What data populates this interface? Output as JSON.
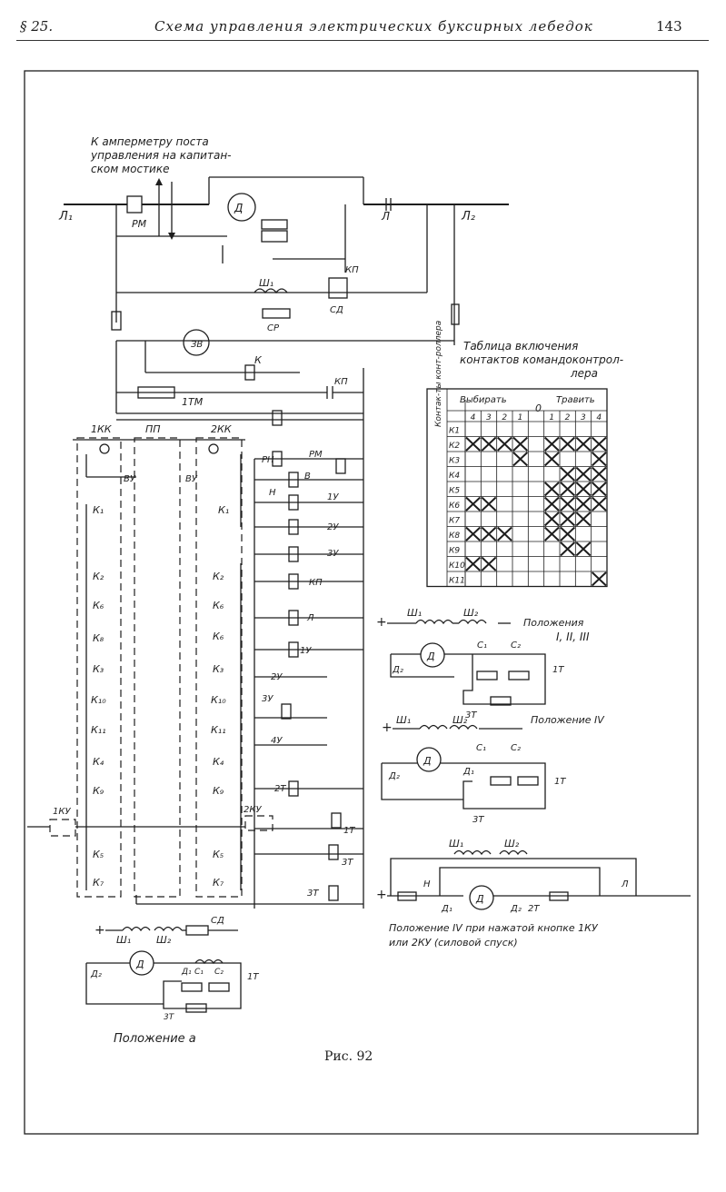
{
  "header": {
    "section": "§ 25.",
    "title": "Схема управления электрических буксирных лебедок",
    "page_number": "143"
  },
  "figure": {
    "caption": "Рис. 92",
    "note_ammeter": [
      "К амперметру поста",
      "управления на капитан-",
      "ском мостике"
    ],
    "table_title": [
      "Таблица включения",
      "контактов командоконтрол-",
      "лера"
    ],
    "table_header": {
      "row_label": "Контак-ты конт-роллера",
      "group_hoist": "Выбирать",
      "group_zero": "0",
      "group_lower": "Травить",
      "hoist_positions": [
        "4",
        "3",
        "2",
        "1"
      ],
      "lower_positions": [
        "1",
        "2",
        "3",
        "4"
      ]
    },
    "table_rows": [
      {
        "label": "К1",
        "x": [
          0,
          0,
          0,
          0,
          0,
          0,
          0,
          0,
          0
        ]
      },
      {
        "label": "К2",
        "x": [
          1,
          1,
          1,
          1,
          0,
          1,
          1,
          1,
          1
        ]
      },
      {
        "label": "К3",
        "x": [
          0,
          0,
          0,
          1,
          0,
          1,
          0,
          0,
          1
        ]
      },
      {
        "label": "К4",
        "x": [
          0,
          0,
          0,
          0,
          0,
          0,
          1,
          1,
          1
        ]
      },
      {
        "label": "К5",
        "x": [
          0,
          0,
          0,
          0,
          0,
          1,
          1,
          1,
          1
        ]
      },
      {
        "label": "К6",
        "x": [
          1,
          1,
          0,
          0,
          0,
          1,
          1,
          1,
          1
        ]
      },
      {
        "label": "К7",
        "x": [
          0,
          0,
          0,
          0,
          0,
          1,
          1,
          1,
          0
        ]
      },
      {
        "label": "К8",
        "x": [
          1,
          1,
          1,
          0,
          0,
          1,
          1,
          0,
          0
        ]
      },
      {
        "label": "К9",
        "x": [
          0,
          0,
          0,
          0,
          0,
          0,
          1,
          1,
          0
        ]
      },
      {
        "label": "К10",
        "x": [
          1,
          1,
          0,
          0,
          0,
          0,
          0,
          0,
          0
        ]
      },
      {
        "label": "К11",
        "x": [
          0,
          0,
          0,
          0,
          0,
          0,
          0,
          0,
          1
        ]
      }
    ],
    "mode_captions": {
      "pos_1_3": [
        "Положения",
        "I, II, III"
      ],
      "pos_4": "Положение IV",
      "pos_4_forced": [
        "Положение IV при нажатой кнопке 1КУ",
        "или 2КУ (силовой спуск)"
      ],
      "pos_a": "Положение  а"
    },
    "labels": {
      "L1": "Л₁",
      "L2": "Л₂",
      "L": "Л",
      "RM": "РМ",
      "D": "Д",
      "ZV": "ЗВ",
      "K": "К",
      "KP": "КП",
      "SD": "СД",
      "SR": "СР",
      "TM": "1ТМ",
      "IKK": "1КК",
      "PP": "ПП",
      "KK2": "2КК",
      "VU": "ВУ",
      "H": "Н",
      "V": "В",
      "RN": "РН",
      "KU1": "1КУ",
      "KU2": "2КУ",
      "T1": "1Т",
      "T2": "2Т",
      "T3": "3Т",
      "U1": "1У",
      "U2": "2У",
      "U3": "3У",
      "U4": "4У",
      "Sh1": "Ш₁",
      "Sh2": "Ш₂",
      "D1": "Д₁",
      "D2": "Д₂",
      "C1": "С₁",
      "C2": "С₂"
    },
    "controller_rows": [
      "К₁",
      "К₂",
      "К₆",
      "К₈",
      "К₃",
      "К₁₀",
      "К₁₁",
      "К₄",
      "К₉",
      "К₅",
      "К₇"
    ],
    "controller_rows_right": [
      "К₁",
      "К₂",
      "К₆",
      "К₆",
      "К₃",
      "К₁₀",
      "К₁₁",
      "К₄",
      "К₉",
      "К₅",
      "К₇"
    ]
  }
}
